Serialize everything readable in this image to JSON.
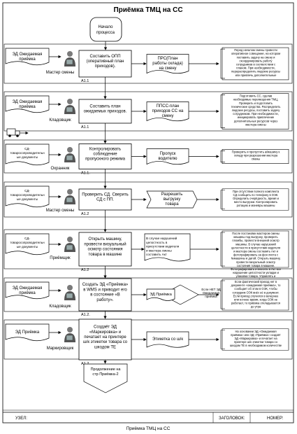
{
  "title": "Приёмка ТМЦ на СС",
  "caption": "Приёмка ТМЦ на СС",
  "start_label": "Начало процесса",
  "footer": {
    "uzel": "УЗЕЛ:",
    "zagolovok": "ЗАГОЛОВОК:",
    "nomer": "НОМЕР:"
  },
  "docs": [
    {
      "lines": [
        "ЭД Ожидаемая",
        "приёмка"
      ]
    },
    {
      "lines": [
        "ЭД Ожидаемая",
        "приёмка"
      ]
    },
    {
      "lines": [
        "СД-",
        "товаросопроводительн",
        "ые документы"
      ]
    },
    {
      "lines": [
        "СД-",
        "товаросопроводительн",
        "ые документы"
      ]
    },
    {
      "lines": [
        "СД-",
        "товаросопроводительн",
        "ые документы"
      ]
    },
    {
      "lines": [
        "ЭД Ожидаемая",
        "приёмка"
      ]
    },
    {
      "lines": [
        "ЭД Приёмка"
      ]
    }
  ],
  "roles": [
    "Мастер смены",
    "Кладовщик",
    "Охранник",
    "Мастер смены",
    "Приёмщик",
    "Кладовщик",
    "Маркировщик"
  ],
  "steps": [
    {
      "lines": [
        "Составить ОПП",
        "(оперативный план",
        "приходов)."
      ],
      "id": "A1.1"
    },
    {
      "lines": [
        "Составить план",
        "ожидаемых приходов."
      ],
      "id": "A1.1"
    },
    {
      "lines": [
        "Контролировать",
        "соблюдение",
        "пропускного режима"
      ],
      "id": "A1.1."
    },
    {
      "lines": [
        "Проверить СД. Сверить",
        "СД с ПП."
      ],
      "id": "A1.2"
    },
    {
      "lines": [
        "Открыть машину,",
        "провести визуальный",
        "осмотр состояния",
        "товара в машине"
      ],
      "id": "A1.2"
    },
    {
      "lines": [
        "Создать ЭД «Приёмка»",
        "в WMS и приводит его",
        "в состояние «В",
        "работу»."
      ],
      "id": "A1.2."
    },
    {
      "lines": [
        "Создаёт ЭД",
        "«Маркировка» и",
        "печатает на принтере",
        "ш/к этикетки товара со",
        "шкодом ТЕ"
      ],
      "id": "A1.2."
    }
  ],
  "outputs": [
    {
      "lines": [
        "ПРС(План",
        "работы склада)",
        "на смену"
      ]
    },
    {
      "lines": [
        "ППСС-план",
        "приходов СС на",
        "смену"
      ]
    },
    {
      "lines": [
        "Пропуск",
        "водителю"
      ]
    },
    {
      "lines": [
        "Разрешить",
        "выгрузку",
        "товара"
      ]
    },
    {
      "lines": [
        "В случае нарушений",
        "целостность в",
        "присутствии водителя",
        "и мастера смены",
        "составить Акт"
      ]
    },
    {
      "lines": [
        "ЭД Приёмка"
      ]
    },
    {
      "lines": [
        "Этикетка со ш/к"
      ]
    }
  ],
  "decision_label": [
    "Если НЕТ ЭД",
    "Ожидаемая",
    "приёмка"
  ],
  "notes": [
    {
      "lines": [
        "Перед началом смены провести",
        "оперативное совещание, на котором",
        "поставить задачу на смену и",
        "скоординировать работу",
        "сотрудников в соответствии с",
        "планом. При необходимости,",
        "перераспределить людские ресурсы",
        "или привлечь дополнительные"
      ]
    },
    {
      "lines": [
        "Подготовить СС, сделав",
        "необходимые перемещения ТМЦ.",
        "Проверить и подготовить",
        "технические средства. Распределить",
        "людские ресурсы, поставить задачу",
        "сотрудникам. При необходимости,",
        "инициировать привлечение",
        "дополнительных ресурсов через",
        "мастера смены"
      ]
    },
    {
      "lines": [
        "Проверить и пропустить а/машину к",
        "складу при разрешении мастера",
        "смены"
      ]
    },
    {
      "lines": [
        "При отсутствии полного комплекта",
        "СД сообщить по телефону в ОЭК.",
        "Определить очерёдность, время и",
        "место выгрузки. Контролировать",
        "ротацию и маневры машины"
      ]
    },
    {
      "lines": [
        "После постановки мастером смены",
        "машины под выгрузку, проверить",
        "пломбы, провести внешний осмотр",
        "машины. В случае нарушений",
        "целостности в присутствии водителя",
        "и мастера смены составить Акт и",
        "фотографировать на фон листа с",
        "№машины и датой. Открыть машину,",
        "провести визуальный осмотр",
        "состояния товара в машине.",
        "Фотографировать и вносить в Акт все",
        "нарушение целостности укладки и",
        "упаковки товара. Управлять и",
        "контролировать работу грузчиков"
      ]
    },
    {
      "lines": [
        "Если фактический приход нет в",
        "документе «ожидаемая приёмка», то",
        "сообщает об этом в ОЭК, чтобы",
        "сотрудник ОЭК внёс её в документ.",
        "Если приход случился в вечернее",
        "или ночное время, когда ОЭК не",
        "работает, то приёмка откладывается",
        "до утра"
      ]
    },
    {
      "lines": [
        "На основании ЭД «Ожидаемая",
        "приёмка» или ЭД «Приёмка» создаёт",
        "ЭД «Маркировка» и печатает на",
        "принтере ш/к этикетки товара со",
        "шкодом ТЕ в необходимом количестве"
      ]
    }
  ],
  "continuation": [
    "Продолжение на",
    "стр Приёмка-2"
  ]
}
